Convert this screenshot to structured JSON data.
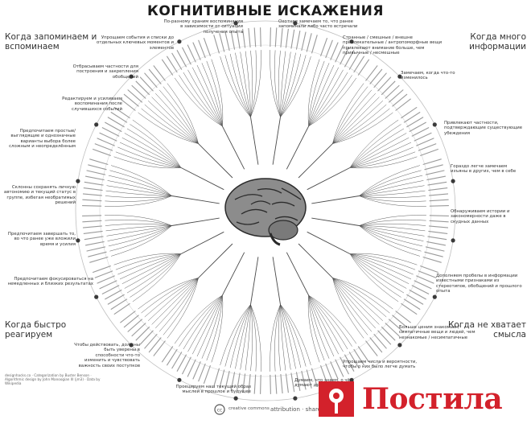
{
  "title": "КОГНИТИВНЫЕ ИСКАЖЕНИЯ",
  "quadrants": {
    "top_left": "Когда запоминаем и вспоминаем",
    "top_right": "Когда много информации",
    "bottom_left": "Когда быстро реагируем",
    "bottom_right": "Когда не хватает смысла"
  },
  "notes": {
    "n1": "По-разному храним воспоминания в зависимости от ситуации получения опыта",
    "n2": "Упрощаем события и списки до отдельных ключевых моментов и элементов",
    "n3": "Отбрасываем частности для построения и закрепления обобщений",
    "n4": "Редактируем и усиливаем воспоминания после случившихся событий",
    "n5": "Предпочитаем простые/выглядящие и однозначные варианты выбора более сложным и неопределённым",
    "n6": "Склонны сохранять личную автономию и текущий статус в группе, избегая необратимых решений",
    "n7": "Предпочитаем завершать то, во что ранее уже вложили время и усилия",
    "n8": "Предпочитаем фокусироваться на немедленных и близких результатах",
    "n9": "Чтобы действовать, должны быть уверены в способности что-то изменить и чувствовать важность своих поступков",
    "n10": "Проецируем наш текущий образ мыслей в прошлое и будущее",
    "n11": "Думаем, что знаем, о чём думают другие",
    "n12": "Упрощаем числа и вероятности, чтобы о них было легче думать",
    "n13": "Больше ценим знакомые / симпатичные вещи и людей, чем незнакомые / несимпатичные",
    "n14": "Дополняем пробелы в информации известными признаками из стереотипов, обобщений и прошлого опыта",
    "n15": "Обнаруживаем истории и закономерности даже в скудных данных",
    "n16": "Гораздо легче замечаем изъяны в других, чем в себе",
    "n17": "Привлекают частности, подтверждающие существующие убеждения",
    "n18": "Замечаем, когда что-то изменилось",
    "n19": "Странные / смешные / внешне привлекательные / антропоморфные вещи привлекают внимание больше, чем привычные / несмешные",
    "n20": "Охотнее замечаем то, что ранее запоминали либо часто встречали"
  },
  "footer": {
    "credit": "designhacks.co · Categorization by Buster Benson · Algorithmic design by John Manoogian III (jm3) · Data by Wikipedia",
    "license": "attribution · share-alike",
    "cc_label": "creative commons"
  },
  "watermark": {
    "text": "Постила"
  },
  "colors": {
    "lines": "#4a4a4a",
    "dots": "#3a3a3a",
    "watermark": "#d3212b"
  },
  "icons": {
    "brain": "brain-icon",
    "pin": "pin-icon",
    "cc": "creative-commons-icon"
  }
}
